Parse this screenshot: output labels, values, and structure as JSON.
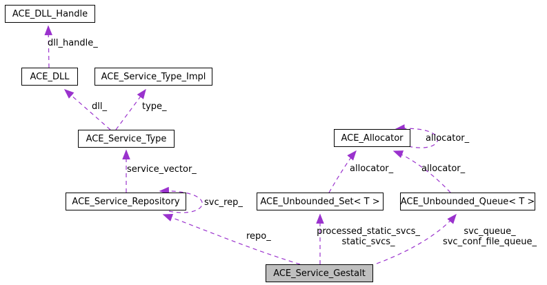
{
  "diagram": {
    "type": "collaboration-graph",
    "edge_color": "#9a32cd",
    "node_border_color": "#000000",
    "node_fill": "#ffffff",
    "highlight_fill": "#bfbfbf",
    "nodes": [
      {
        "id": "ace-dll-handle",
        "label": "ACE_DLL_Handle"
      },
      {
        "id": "ace-dll",
        "label": "ACE_DLL"
      },
      {
        "id": "ace-service-type-impl",
        "label": "ACE_Service_Type_Impl"
      },
      {
        "id": "ace-service-type",
        "label": "ACE_Service_Type"
      },
      {
        "id": "ace-service-repository",
        "label": "ACE_Service_Repository"
      },
      {
        "id": "ace-allocator",
        "label": "ACE_Allocator"
      },
      {
        "id": "ace-unbounded-set",
        "label": "ACE_Unbounded_Set< T >"
      },
      {
        "id": "ace-unbounded-queue",
        "label": "ACE_Unbounded_Queue< T >"
      },
      {
        "id": "ace-service-gestalt",
        "label": "ACE_Service_Gestalt",
        "highlighted": true
      }
    ],
    "edge_labels": {
      "dll_handle": "dll_handle_",
      "dll": "dll_",
      "type": "type_",
      "service_vector": "service_vector_",
      "svc_rep": "svc_rep_",
      "allocator_self": "allocator_",
      "allocator_set": "allocator_",
      "allocator_queue": "allocator_",
      "repo": "repo_",
      "static_svcs_line1": "processed_static_svcs_",
      "static_svcs_line2": "static_svcs_",
      "queue_line1": "svc_queue_",
      "queue_line2": "svc_conf_file_queue_"
    }
  }
}
